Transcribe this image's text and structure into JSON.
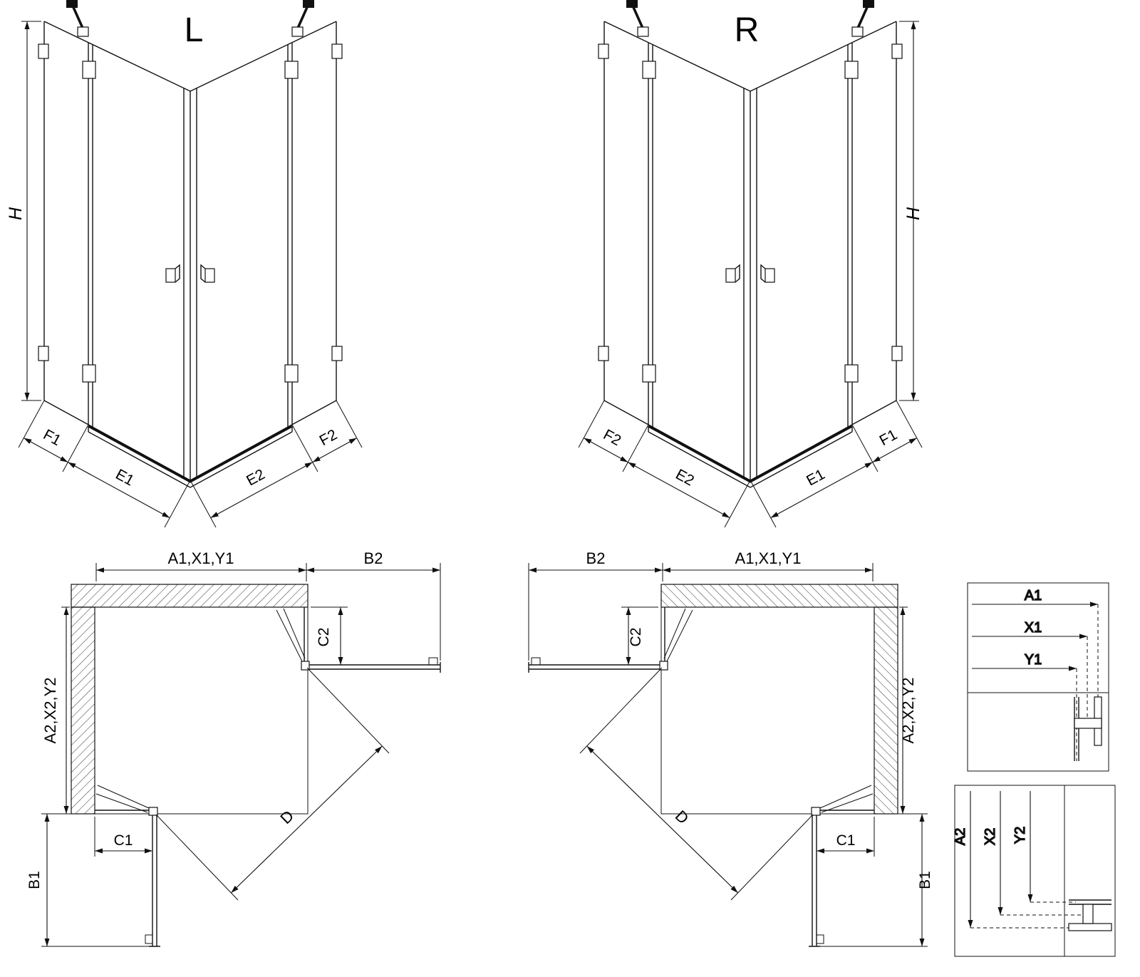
{
  "drawing": {
    "variant_left": "L",
    "variant_right": "R",
    "dim_height": "H",
    "dim_f1": "F1",
    "dim_e1": "E1",
    "dim_e2": "E2",
    "dim_f2": "F2",
    "dim_width_chain": "A1,X1,Y1",
    "dim_depth_chain": "A2,X2,Y2",
    "dim_b1": "B1",
    "dim_b2": "B2",
    "dim_c1": "C1",
    "dim_c2": "C2",
    "dim_diagonal": "D",
    "detail_width": {
      "a1": "A1",
      "x1": "X1",
      "y1": "Y1"
    },
    "detail_depth": {
      "a2": "A2",
      "x2": "X2",
      "y2": "Y2"
    }
  }
}
